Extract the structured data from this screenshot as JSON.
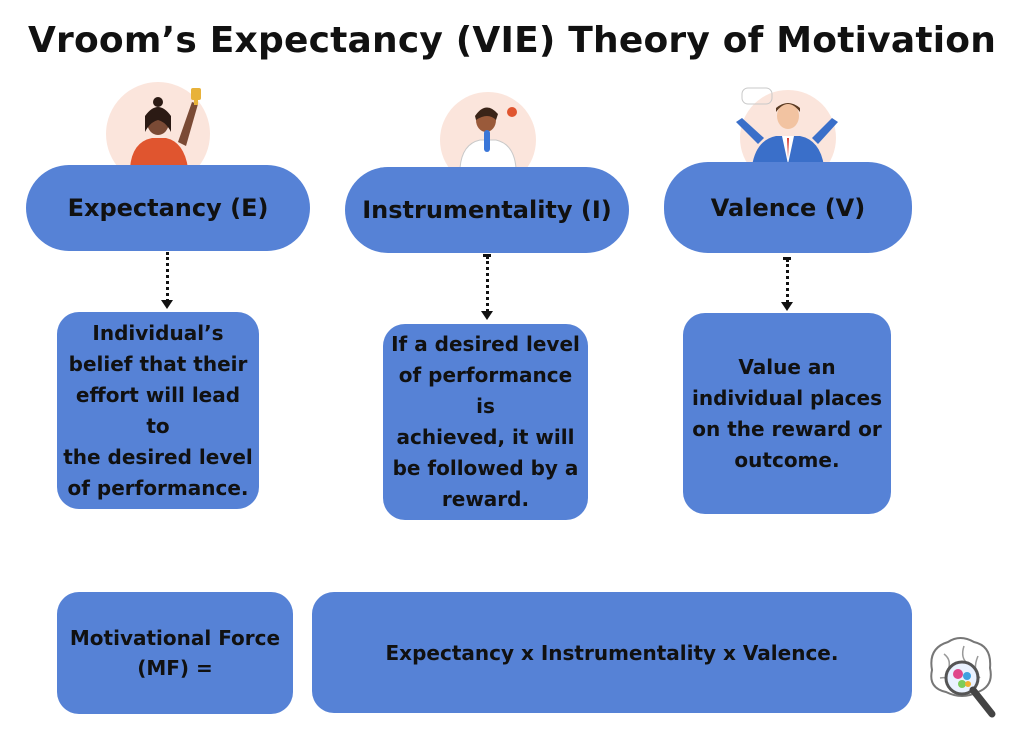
{
  "title": "Vroom’s Expectancy (VIE) Theory of Motivation",
  "concepts": [
    {
      "label": "Expectancy (E)",
      "icon": "woman-with-trophy-icon",
      "description": [
        "Individual’s",
        "belief that their",
        "effort will lead to",
        "the desired level",
        "of performance."
      ]
    },
    {
      "label": "Instrumentality (I)",
      "icon": "scientist-icon",
      "description": [
        "If a desired level",
        "of performance is",
        "achieved, it will",
        "be followed by a",
        "reward."
      ]
    },
    {
      "label": "Valence (V)",
      "icon": "businessman-presenting-icon",
      "description": [
        "Value an",
        "individual places",
        "on the reward or",
        "outcome."
      ]
    }
  ],
  "formula": {
    "lhs_line1": "Motivational Force",
    "lhs_line2": "(MF) =",
    "rhs": "Expectancy x Instrumentality x Valence."
  },
  "logo_icon": "brain-magnifier-logo-icon",
  "colors": {
    "box_fill": "#5682d6",
    "text": "#111111",
    "avatar_circle": "#fbe5dc"
  }
}
